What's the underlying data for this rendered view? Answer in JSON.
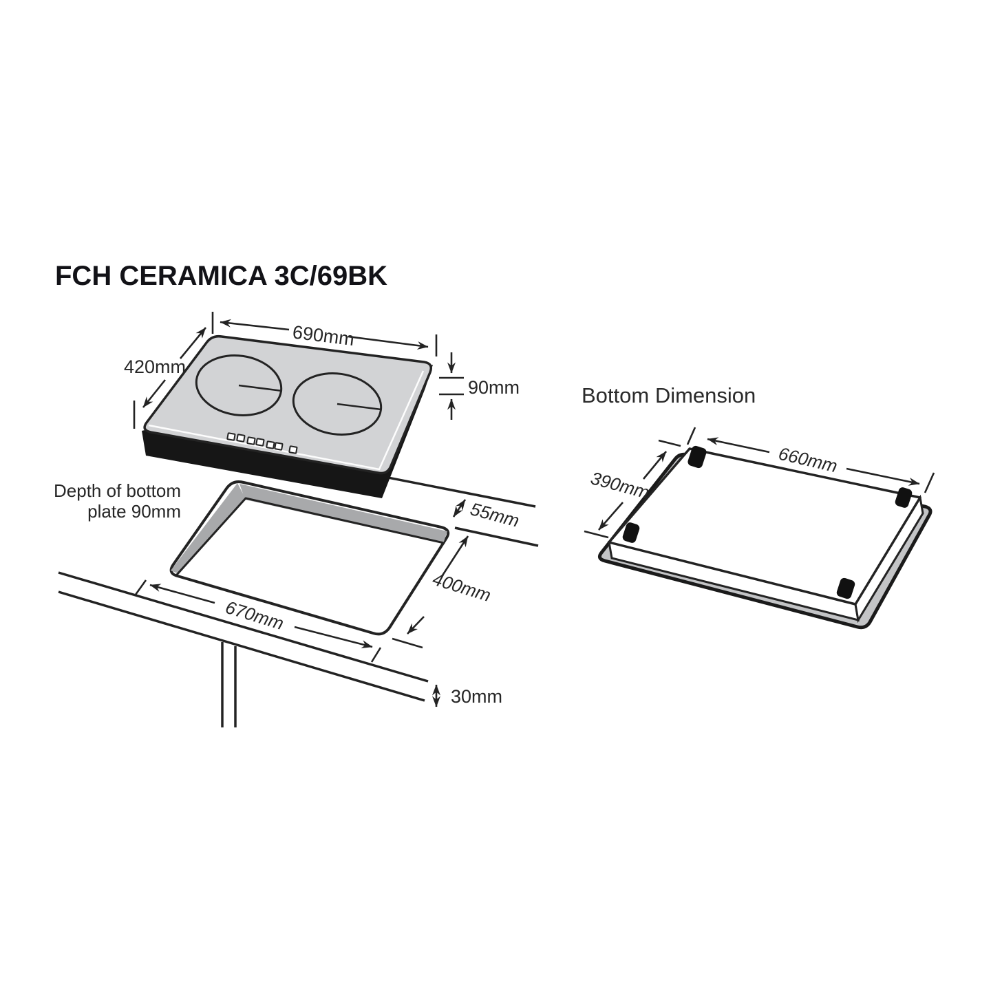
{
  "title": "FCH CERAMICA 3C/69BK",
  "top_view": {
    "width_label": "690mm",
    "depth_label": "420mm",
    "height_label": "90mm"
  },
  "installation": {
    "note_line1": "Depth of bottom",
    "note_line2": "plate 90mm",
    "rear_clearance_label": "55mm",
    "cutout_depth_label": "400mm",
    "cutout_width_label": "670mm",
    "worktop_thickness_label": "30mm"
  },
  "bottom_view": {
    "heading": "Bottom Dimension",
    "width_label": "660mm",
    "depth_label": "390mm"
  }
}
